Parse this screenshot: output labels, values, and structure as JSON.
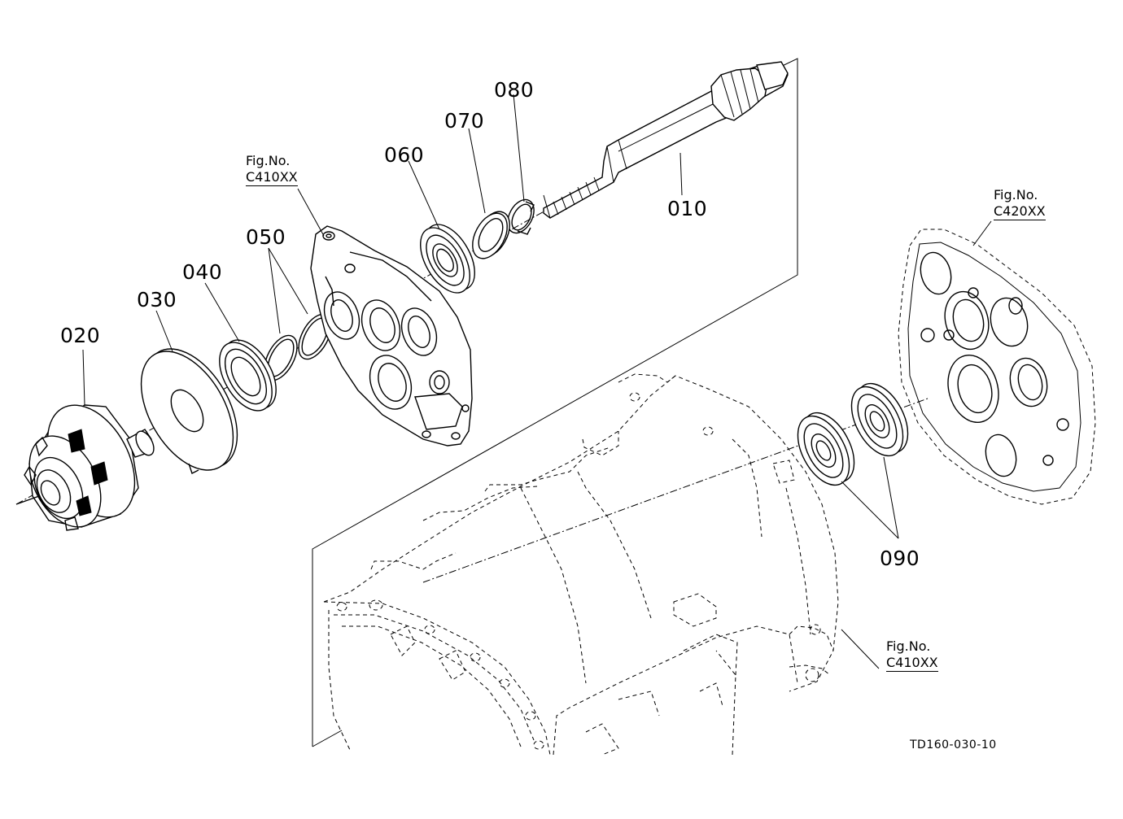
{
  "parts": [
    {
      "id": "part-010",
      "label": "010"
    },
    {
      "id": "part-020",
      "label": "020"
    },
    {
      "id": "part-030",
      "label": "030"
    },
    {
      "id": "part-040",
      "label": "040"
    },
    {
      "id": "part-050",
      "label": "050"
    },
    {
      "id": "part-060",
      "label": "060"
    },
    {
      "id": "part-070",
      "label": "070"
    },
    {
      "id": "part-080",
      "label": "080"
    },
    {
      "id": "part-090",
      "label": "090"
    }
  ],
  "figure_refs": [
    {
      "line1": "Fig.No.",
      "line2": "C410XX"
    },
    {
      "line1": "Fig.No.",
      "line2": "C420XX"
    },
    {
      "line1": "Fig.No.",
      "line2": "C410XX"
    }
  ],
  "drawing_code": "TD160-030-10",
  "colors": {
    "ink": "#000000",
    "paper": "#ffffff"
  }
}
